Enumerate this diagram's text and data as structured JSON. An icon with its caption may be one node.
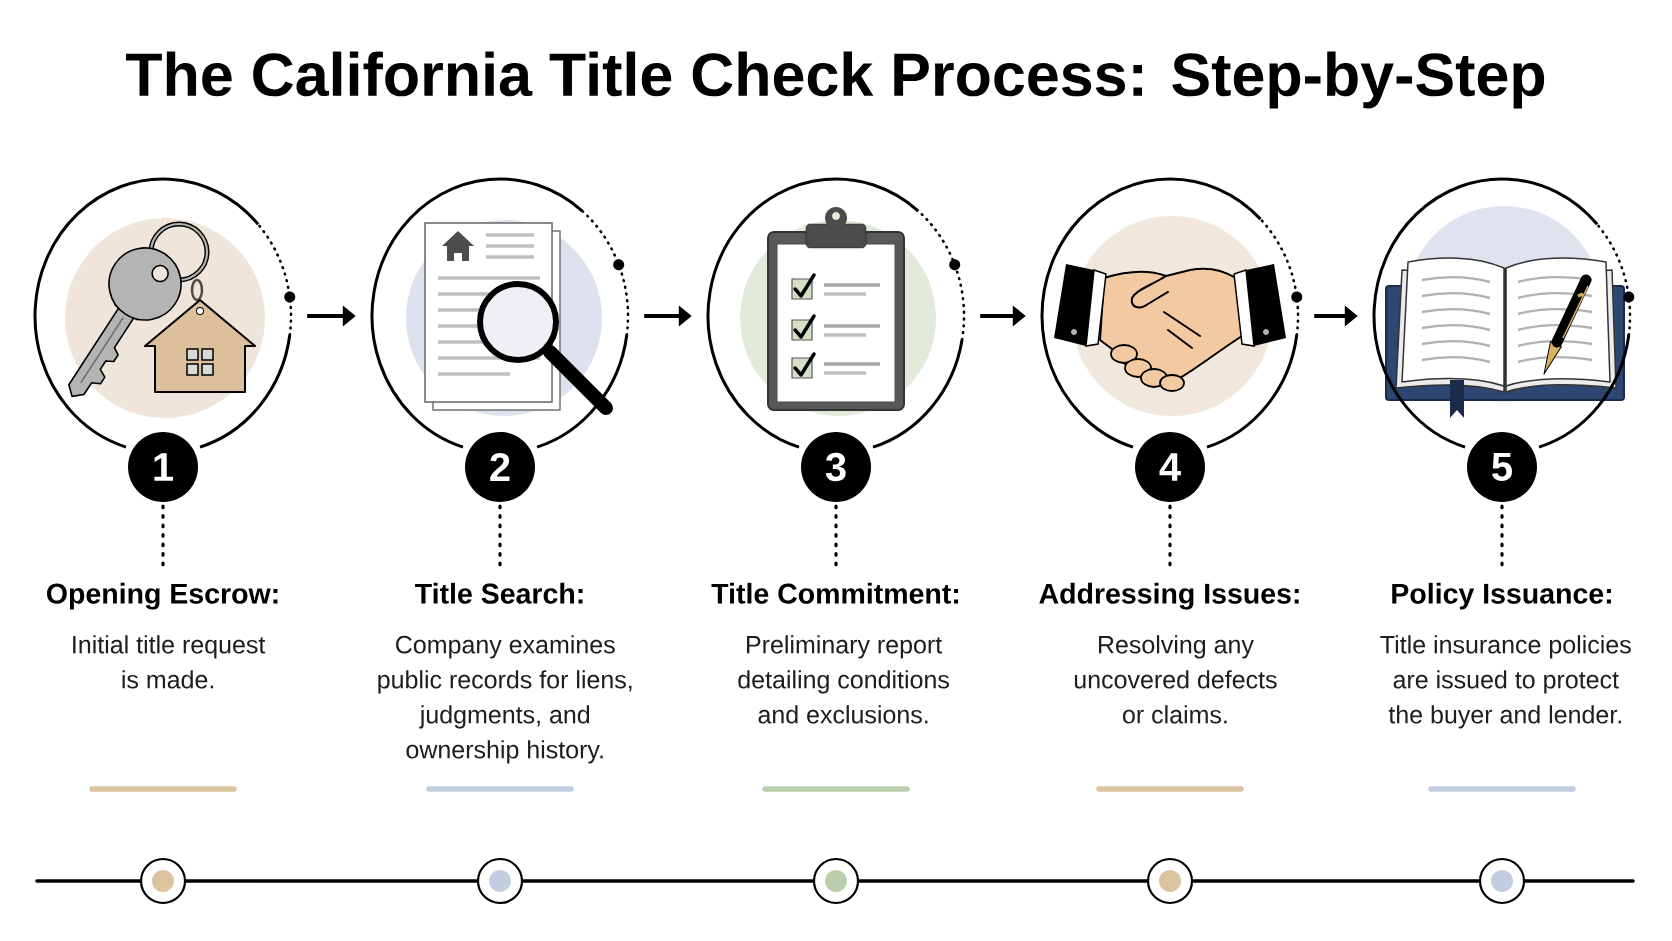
{
  "diagram": {
    "title": "The California Title Check Process: Step-by-Step",
    "nodes": [
      {
        "text": [],
        "shape": "circle"
      },
      {
        "text": [
          "1"
        ]
      },
      {
        "text": [
          "Opening Escrow:",
          "Initial title request is made."
        ]
      },
      {
        "text": [],
        "shape": "circle"
      },
      {
        "text": [
          "2"
        ]
      },
      {
        "text": [
          "Title Search:",
          "Company examines public records for liens, judgments, and ownership history."
        ]
      },
      {
        "text": [],
        "shape": "circle"
      },
      {
        "text": [
          "3"
        ]
      },
      {
        "text": [
          "Title Commitment:",
          "Preliminary report detailing conditions and exclusions."
        ]
      },
      {
        "text": [],
        "shape": "circle"
      },
      {
        "text": [
          "4"
        ]
      },
      {
        "text": [
          "Addressing Issues:",
          "Resolving any uncovered defects or claims."
        ]
      },
      {
        "text": [],
        "shape": "circle"
      },
      {
        "text": [
          "5"
        ]
      },
      {
        "text": [
          "Policy Issuance:",
          "Title insurance policies are issued to protect the buyer and lender."
        ]
      }
    ],
    "edges": [
      {
        "from": 0,
        "to": 3,
        "arrow": "to"
      },
      {
        "from": 3,
        "to": 6,
        "arrow": "to"
      },
      {
        "from": 6,
        "to": 9,
        "arrow": "to"
      },
      {
        "from": 9,
        "to": 12,
        "arrow": "to"
      },
      {
        "from": 1,
        "to": 2,
        "arrow": "none",
        "style": "dashed"
      },
      {
        "from": 4,
        "to": 5,
        "arrow": "none",
        "style": "dashed"
      },
      {
        "from": 7,
        "to": 8,
        "arrow": "none",
        "style": "dashed"
      },
      {
        "from": 10,
        "to": 11,
        "arrow": "none",
        "style": "dashed"
      },
      {
        "from": 13,
        "to": 14,
        "arrow": "none",
        "style": "dashed"
      }
    ]
  }
}
